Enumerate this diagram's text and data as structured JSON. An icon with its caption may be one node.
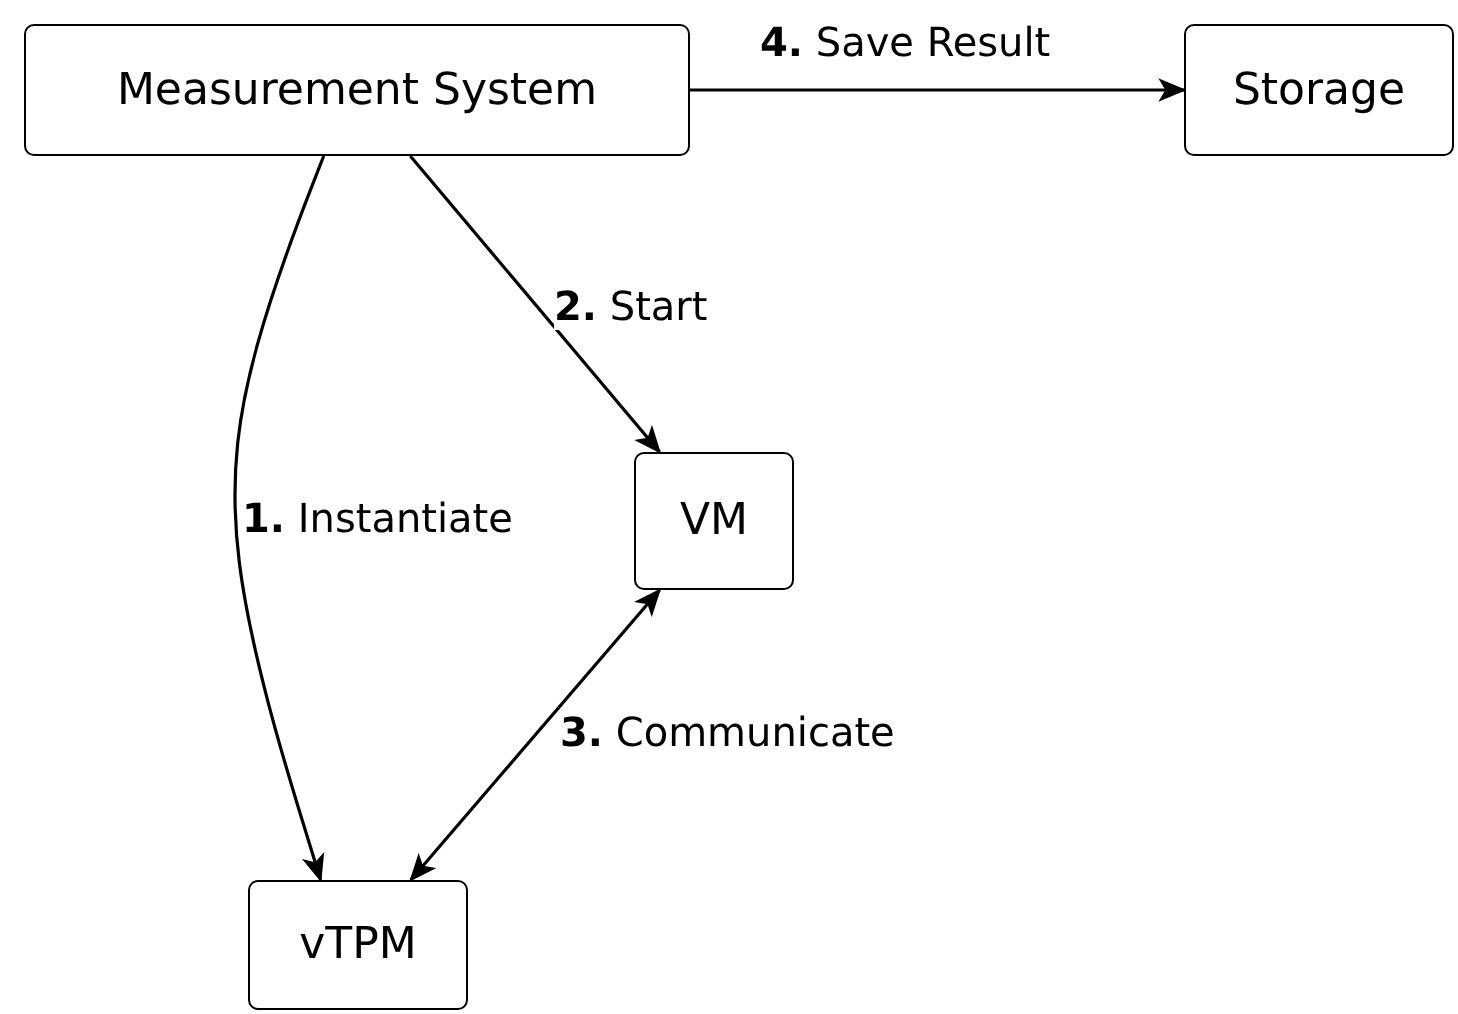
{
  "diagram": {
    "nodes": [
      {
        "text": [
          "Measurement System"
        ]
      },
      {
        "text": [
          "Storage"
        ]
      },
      {
        "text": [
          "VM"
        ]
      },
      {
        "text": [
          "vTPM"
        ]
      }
    ],
    "edges": [
      {
        "from": 0,
        "to": 3,
        "arrow": "to",
        "label": "**1.** Instantiate"
      },
      {
        "from": 0,
        "to": 2,
        "arrow": "to",
        "label": "**2.** Start"
      },
      {
        "from": 2,
        "to": 3,
        "arrow": "both",
        "label": "**3.** Communicate"
      },
      {
        "from": 0,
        "to": 1,
        "arrow": "to",
        "label": "**4.** Save Result"
      }
    ]
  }
}
